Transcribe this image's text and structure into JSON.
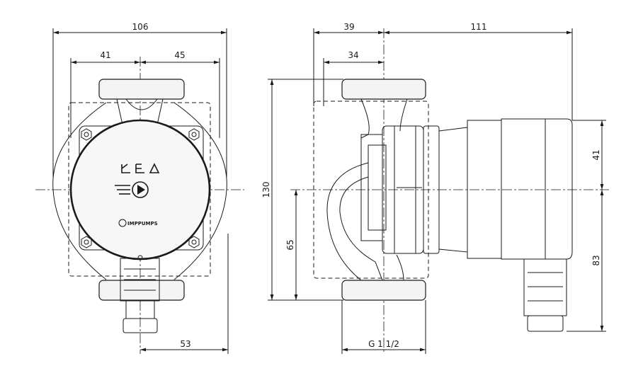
{
  "dimensions": {
    "front_width": "106",
    "front_left": "41",
    "front_right": "45",
    "front_bottom": "53",
    "side_top_left": "39",
    "side_top_right": "111",
    "side_inner": "34",
    "side_height": "130",
    "side_inlet": "65",
    "side_right_upper": "41",
    "side_right_lower": "83",
    "thread": "G 1 1/2"
  },
  "labels": {
    "brand": "IMPPUMPS"
  },
  "colors": {
    "line": "#1a1a1a",
    "background": "#ffffff"
  }
}
